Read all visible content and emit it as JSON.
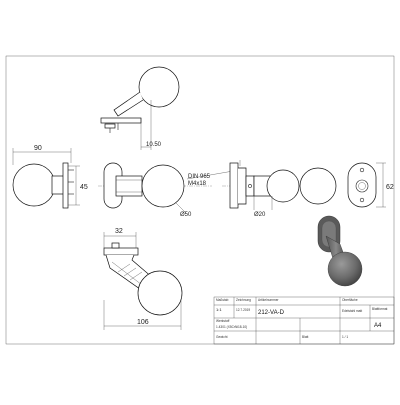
{
  "drawing": {
    "dimensions": {
      "rose_offset": "10.50",
      "overall_width": "90",
      "rose_height": "45",
      "screw_spec_line1": "DIN 965",
      "screw_spec_line2": "M4x18",
      "knob_diameter": "Ø50",
      "spindle_diameter": "Ø20",
      "rose_length": "62",
      "stem_width": "32",
      "projection": "106"
    },
    "title_block": {
      "labels": {
        "a": "Maßstab",
        "b": "Zeichnung",
        "c": "Datum",
        "d": "Artikelnummer",
        "e": "Oberfläche",
        "f": "Werkstoff",
        "g": "Blattformat",
        "h": "Gewicht",
        "i": "Blatt"
      },
      "values": {
        "scale": "1:1",
        "date": "12.7.2019",
        "article": "212-VA-D",
        "sheet_size": "A4",
        "material_code": "1.4301 (X5CrNi18-10)",
        "surface": "Edelstahl matt",
        "sheet": "1 / 1"
      }
    }
  }
}
